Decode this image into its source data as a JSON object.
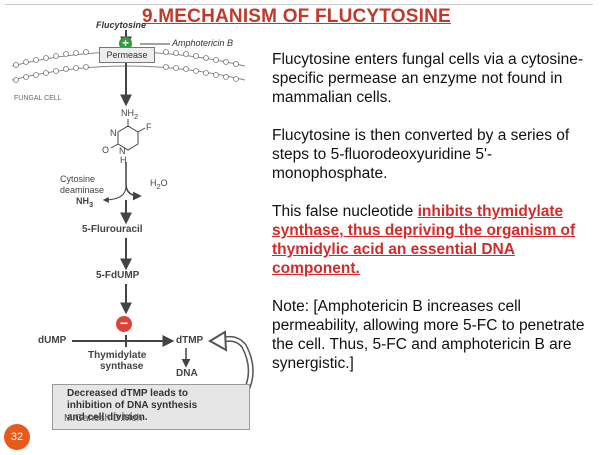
{
  "slide": {
    "title": "9.MECHANISM OF FLUCYTOSINE",
    "page_number": "32",
    "watermark": "M.Ganesh D.Moh"
  },
  "diagram": {
    "flucytosine_label": "Flucytosine",
    "amphotericin_label": "Amphotericin B",
    "permease_label": "Permease",
    "fungal_cell_label": "FUNGAL CELL",
    "molecule": {
      "nh2": "NH",
      "nh2_sub": "2",
      "f": "F",
      "n_top": "N",
      "n_bottom": "N",
      "h": "H",
      "o": "O"
    },
    "cytosine_deaminase_line1": "Cytosine",
    "cytosine_deaminase_line2": "deaminase",
    "h2o_main": "H",
    "h2o_sub": "2",
    "h2o_end": "O",
    "nh3_main": "NH",
    "nh3_sub": "3",
    "five_fu_label": "5-Flurouracil",
    "five_fdump_label": "5-FdUMP",
    "dump_label": "dUMP",
    "dtmp_label": "dTMP",
    "thymidylate_line1": "Thymidylate",
    "thymidylate_line2": "synthase",
    "dna_label": "DNA",
    "callout_lines": [
      "Decreased dTMP leads to",
      "inhibition of DNA synthesis",
      "and cell division."
    ],
    "plus_symbol": "+",
    "minus_symbol": "−"
  },
  "text": {
    "p1": "Flucytosine enters fungal cells via a cytosine-specific permease an enzyme not found in mammalian cells.",
    "p2": "Flucytosine is then converted by a series of steps to 5-fluorodeoxyuridine 5'-monophosphate.",
    "p3_lead": "This false nucleotide ",
    "p3_highlight": "inhibits thymidylate synthase, thus depriving the organism of thymidylic acid an essential DNA component.",
    "p4": "Note: [Amphotericin B increases cell permeability, allowing more 5-FC to penetrate the cell. Thus, 5-FC and amphotericin B are synergistic.]"
  },
  "colors": {
    "title": "#c0392b",
    "highlight": "#d42a2a",
    "plus": "#2e9b3c",
    "minus": "#d9453a",
    "page_badge": "#e85a1b"
  }
}
